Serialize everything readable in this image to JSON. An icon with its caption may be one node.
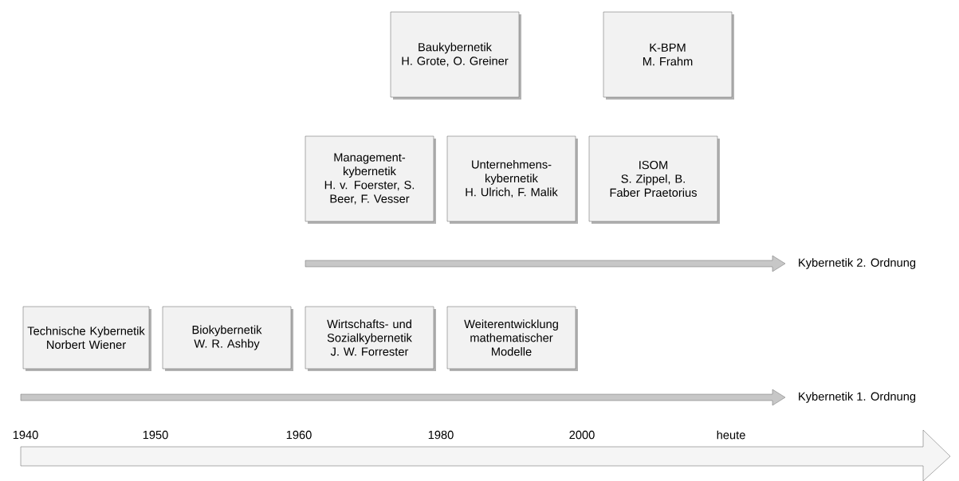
{
  "diagram": {
    "nodes": [
      {
        "text": [
          "Baukybernetik",
          "H. Grote, O. Greiner"
        ]
      },
      {
        "text": [
          "K-BPM",
          "M. Frahm"
        ]
      },
      {
        "text": [
          "Management- kybernetik",
          "H. v. Foerster, S. Beer, F. Vesser"
        ]
      },
      {
        "text": [
          "Unternehmens- kybernetik",
          "H. Ulrich, F. Malik"
        ]
      },
      {
        "text": [
          "ISOM",
          "S. Zippel, B. Faber Praetorius"
        ]
      },
      {
        "text": [
          "Technische Kybernetik",
          "Norbert Wiener"
        ]
      },
      {
        "text": [
          "Biokybernetik",
          "W. R. Ashby"
        ]
      },
      {
        "text": [
          "Wirtschafts- und Sozialkybernetik",
          "J. W. Forrester"
        ]
      },
      {
        "text": [
          "Weiterentwicklung mathematischer Modelle"
        ]
      }
    ],
    "labels": [
      "Kybernetik 2. Ordnung",
      "Kybernetik 1. Ordnung",
      "1940",
      "1950",
      "1960",
      "1980",
      "2000",
      "heute"
    ]
  }
}
